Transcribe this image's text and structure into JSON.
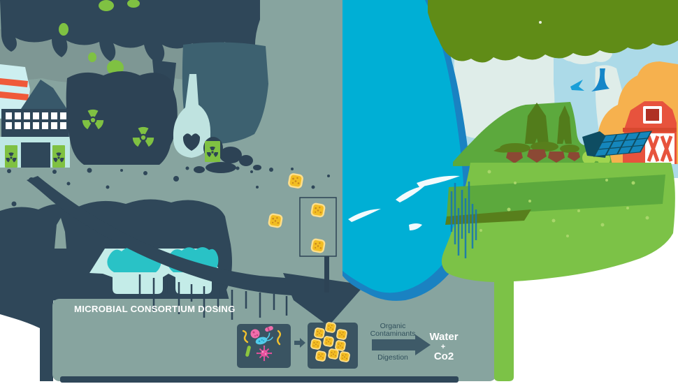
{
  "labels": {
    "dosing": "MICROBIAL CONSORTIUM DOSING",
    "organic": "Organic",
    "contaminants": "Contaminants",
    "digestion": "Digestion",
    "water": "Water",
    "plus": "+",
    "co2": "Co2"
  },
  "colors": {
    "sage_background": "#87A49F",
    "smoke_gray": "#7E9794",
    "cloud_navy": "#2F4759",
    "pollution_navy": "#2D4355",
    "slate_mid": "#3D6170",
    "factory_wall_cyan": "#BEE7E4",
    "stack_stripe_red": "#EF5A39",
    "hazard_green": "#7FC142",
    "tank_body_cyan": "#C4ECE8",
    "tank_liquid_teal": "#29C2C6",
    "granule_yellow": "#F2BD23",
    "water_cyan": "#00AFD5",
    "water_shadow_blue": "#1A82C2",
    "water_hatch_blue": "#1878B0",
    "canopy_olive": "#608C17",
    "sky_blue": "#ACDAE8",
    "cloud_pale": "#DFEDE9",
    "hill_green": "#5CA93D",
    "grass_green": "#7CC247",
    "tree_olive": "#527C1B",
    "crop_brown": "#8B4934",
    "barn_red": "#E7533D",
    "barn_dark_red": "#AF3124",
    "hay_orange": "#F6B14E",
    "solar_cell_blue": "#1586BC",
    "solar_frame_teal": "#0E4D62",
    "bird_blue": "#1B9FD8",
    "microbe_pink": "#F06EAC",
    "virus_magenta": "#E9519E",
    "bacterium_cyan": "#52CBEA",
    "rod_green": "#8CC63F",
    "worm_yellow": "#F2C12E",
    "process_box_navy": "#3A5462",
    "arrow_slate": "#3E5A68",
    "label_text_slate": "#31505C"
  },
  "icons": {
    "radiation": "trefoil-shape",
    "granule": "yellow-rounded-square",
    "process_arrow": "right-arrow-shape",
    "bird": "blue-swoosh-shape",
    "wave": "white-swoosh-shape"
  }
}
